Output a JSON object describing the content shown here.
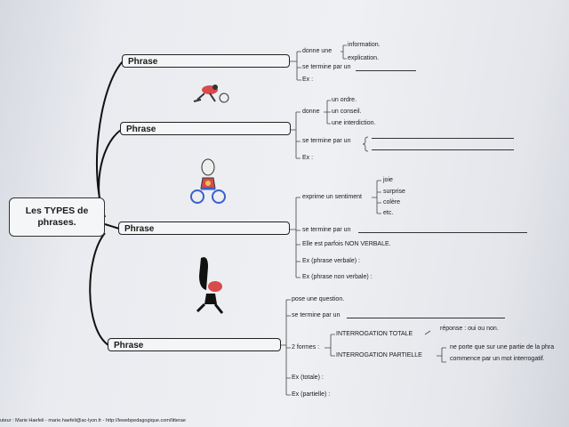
{
  "root_title_line1": "Les TYPES de",
  "root_title_line2": "phrases.",
  "branch1": {
    "label": "Phrase",
    "item1": "donne une",
    "sub1": "information.",
    "sub2": "explication.",
    "item2": "se termine par un",
    "item3": "Ex :"
  },
  "branch2": {
    "label": "Phrase",
    "item1": "donne",
    "sub1": "un ordre.",
    "sub2": "un conseil.",
    "sub3": "une interdiction.",
    "item2": "se termine par un",
    "item3": "Ex :"
  },
  "branch3": {
    "label": "Phrase",
    "item1": "exprime un sentiment",
    "sub1": "joie",
    "sub2": "surprise",
    "sub3": "colère",
    "sub4": "etc.",
    "item2": "se termine par un",
    "item3": "Elle est parfois NON VERBALE.",
    "item4": "Ex (phrase verbale) :",
    "item5": "Ex (phrase non verbale) :"
  },
  "branch4": {
    "label": "Phrase",
    "item1": "pose une question.",
    "item2": "se termine par un",
    "item3": "2 formes :",
    "form1": "INTERROGATION TOTALE",
    "form1_note": "réponse : oui ou non.",
    "form2": "INTERROGATION PARTIELLE",
    "form2_note_line1": "ne porte que sur une partie de la phra",
    "form2_note_line2": "commence par un mot interrogatif.",
    "item4": "Ex (totale) :",
    "item5": "Ex (partielle) :"
  },
  "footer": "uteur : Marie Haefeli - marie.haefeli@ac-lyon.fr - http://lewebpedagogique.com/litterae"
}
